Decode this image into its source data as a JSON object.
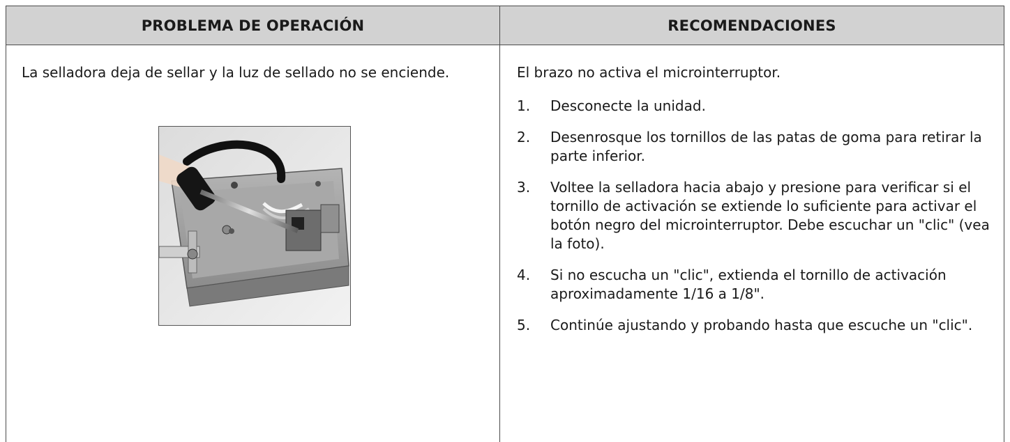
{
  "table": {
    "headers": {
      "problem": "PROBLEMA DE OPERACIÓN",
      "recommendations": "RECOMENDACIONES"
    },
    "problem": {
      "text": "La selladora deja de sellar y la luz de sellado no se enciende."
    },
    "recommendations": {
      "intro": "El brazo no activa el microinterruptor.",
      "steps": [
        {
          "number": "1.",
          "text": "Desconecte la unidad."
        },
        {
          "number": "2.",
          "text": "Desenrosque los tornillos de las patas de goma para retirar la parte inferior."
        },
        {
          "number": "3.",
          "text": "Voltee la selladora hacia abajo y presione para verificar si el tornillo de activación se extiende lo suficiente para activar el botón negro del microinterruptor. Debe escuchar un \"clic\" (vea la foto)."
        },
        {
          "number": "4.",
          "text": "Si no escucha un \"clic\", extienda el tornillo de activación aproximadamente 1/16 a 1/8\"."
        },
        {
          "number": "5.",
          "text": "Continúe ajustando y probando hasta que escuche un \"clic\"."
        }
      ]
    }
  }
}
